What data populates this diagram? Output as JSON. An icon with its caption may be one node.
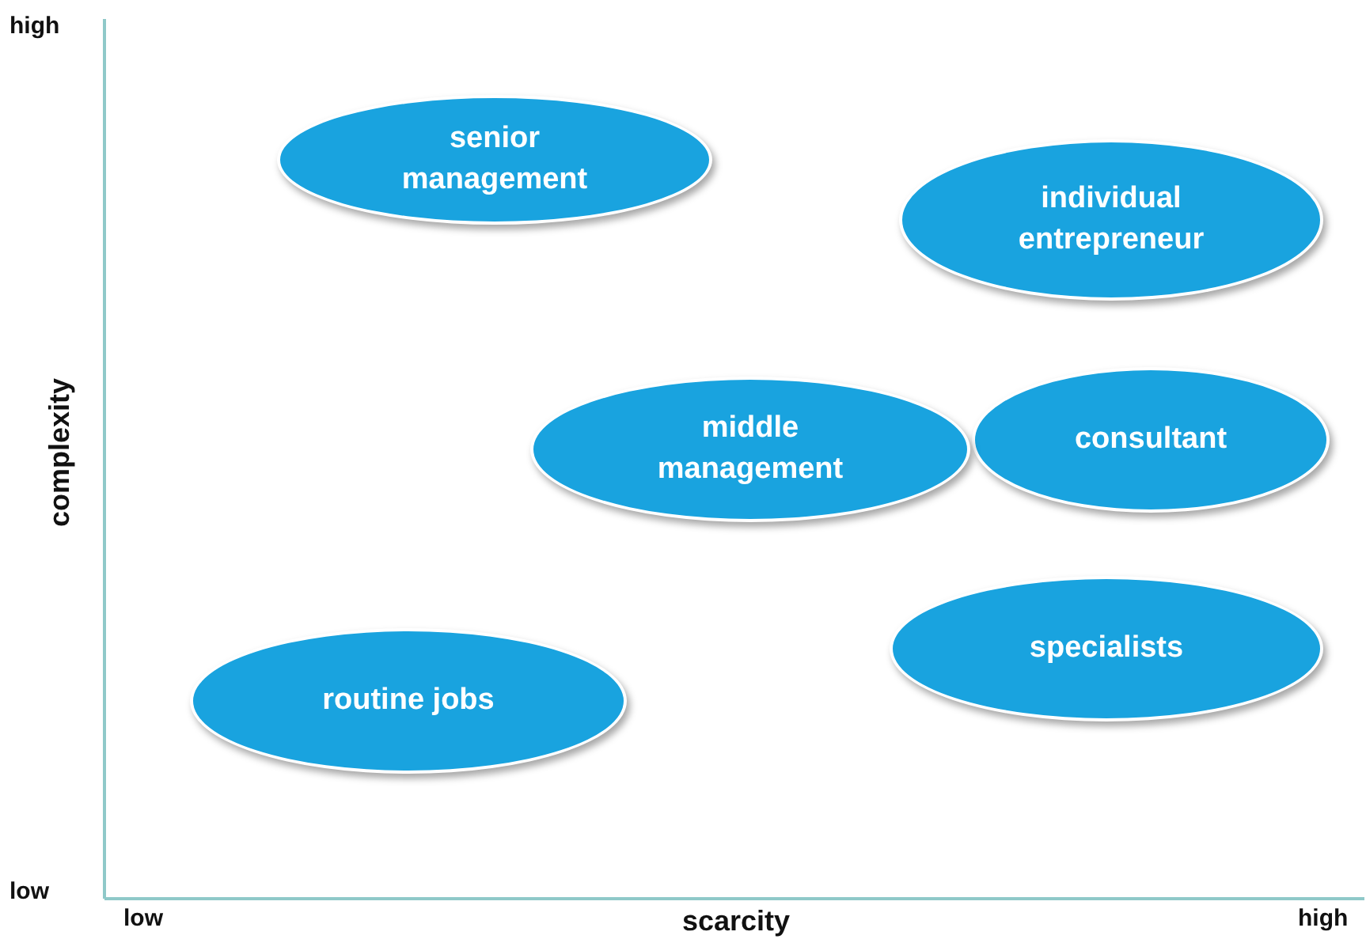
{
  "diagram": {
    "nodes": [
      {
        "text": [
          "senior management"
        ]
      },
      {
        "text": [
          "individual entrepreneur"
        ]
      },
      {
        "text": [
          "middle management"
        ]
      },
      {
        "text": [
          "consultant"
        ]
      },
      {
        "text": [
          "specialists"
        ]
      },
      {
        "text": [
          "routine jobs"
        ]
      }
    ],
    "labels": [
      "high",
      "complexity",
      "low",
      "low",
      "scarcity",
      "high"
    ]
  }
}
